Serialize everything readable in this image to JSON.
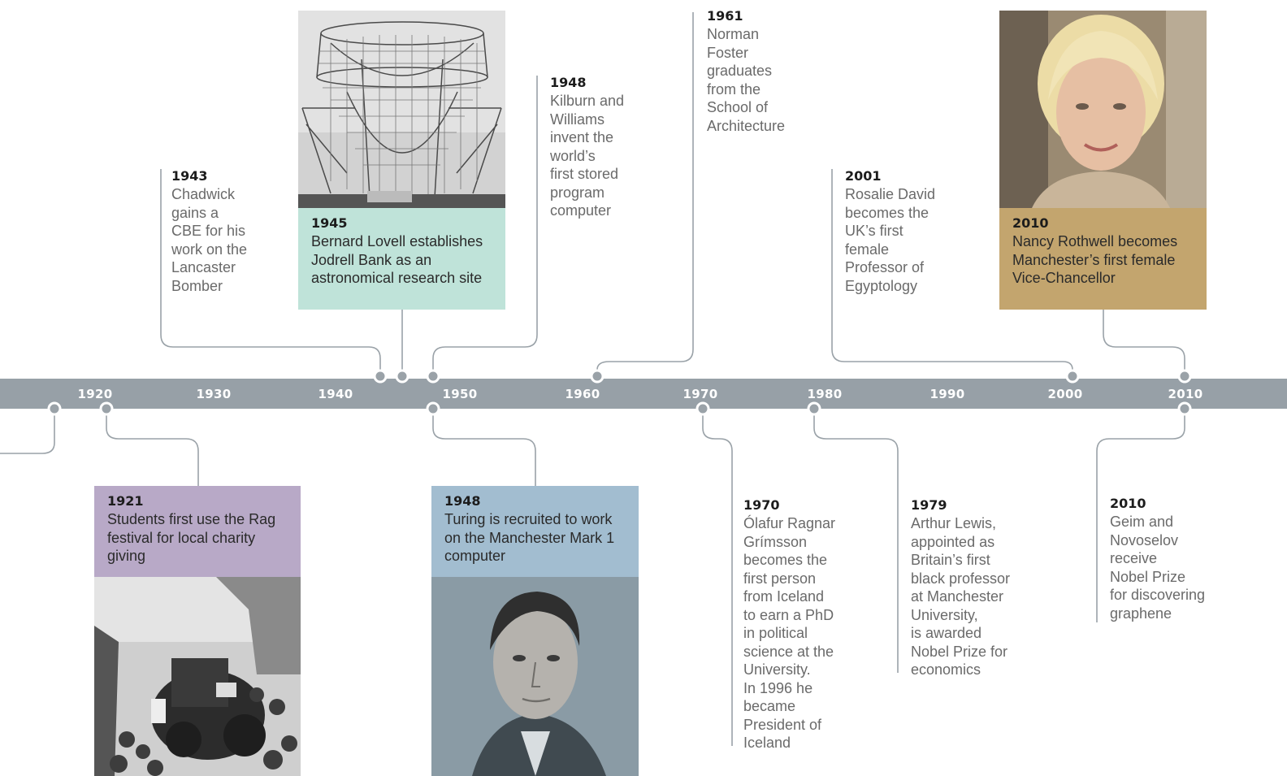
{
  "decades": [
    "1920",
    "1930",
    "1940",
    "1950",
    "1960",
    "1970",
    "1980",
    "1990",
    "2000",
    "2010"
  ],
  "colors": {
    "band": "#97a0a7",
    "connector": "#9aa2a8",
    "box_green": "#bfe3d9",
    "box_purple": "#b8a9c7",
    "box_blue": "#a2bdd0",
    "box_gold": "#c3a56e"
  },
  "events": {
    "e1943": {
      "year": "1943",
      "text": [
        "Chadwick",
        "gains a",
        "CBE for his",
        "work on the",
        "Lancaster",
        "Bomber"
      ]
    },
    "e1945": {
      "year": "1945",
      "text": [
        "Bernard Lovell establishes",
        "Jodrell Bank as an",
        "astronomical research site"
      ]
    },
    "e1948a": {
      "year": "1948",
      "text": [
        "Kilburn and",
        "Williams",
        "invent the",
        "world’s",
        "first stored",
        "program",
        "computer"
      ]
    },
    "e1961": {
      "year": "1961",
      "text": [
        "Norman",
        "Foster",
        "graduates",
        "from the",
        "School of",
        "Architecture"
      ]
    },
    "e2001": {
      "year": "2001",
      "text": [
        "Rosalie David",
        "becomes the",
        "UK’s first",
        "female",
        "Professor of",
        "Egyptology"
      ]
    },
    "e2010a": {
      "year": "2010",
      "text": [
        "Nancy Rothwell becomes",
        "Manchester’s first female",
        "Vice-Chancellor"
      ]
    },
    "e1921": {
      "year": "1921",
      "text": [
        "Students first use the Rag",
        "festival for local charity",
        "giving"
      ]
    },
    "e1948b": {
      "year": "1948",
      "text": [
        "Turing is recruited to work",
        "on the Manchester Mark 1",
        "computer"
      ]
    },
    "e1970": {
      "year": "1970",
      "text": [
        "Ólafur Ragnar",
        "Grímsson",
        "becomes the",
        "first person",
        "from Iceland",
        "to earn a PhD",
        "in political",
        "science at the",
        "University.",
        "In 1996 he",
        "became",
        "President of",
        "Iceland"
      ]
    },
    "e1979": {
      "year": "1979",
      "text": [
        "Arthur Lewis,",
        "appointed as",
        "Britain’s first",
        "black professor",
        "at Manchester",
        "University,",
        "is awarded",
        "Nobel Prize for",
        "economics"
      ]
    },
    "e2010b": {
      "year": "2010",
      "text": [
        "Geim and",
        "Novoselov",
        "receive",
        "Nobel Prize",
        "for discovering",
        "graphene"
      ]
    }
  }
}
